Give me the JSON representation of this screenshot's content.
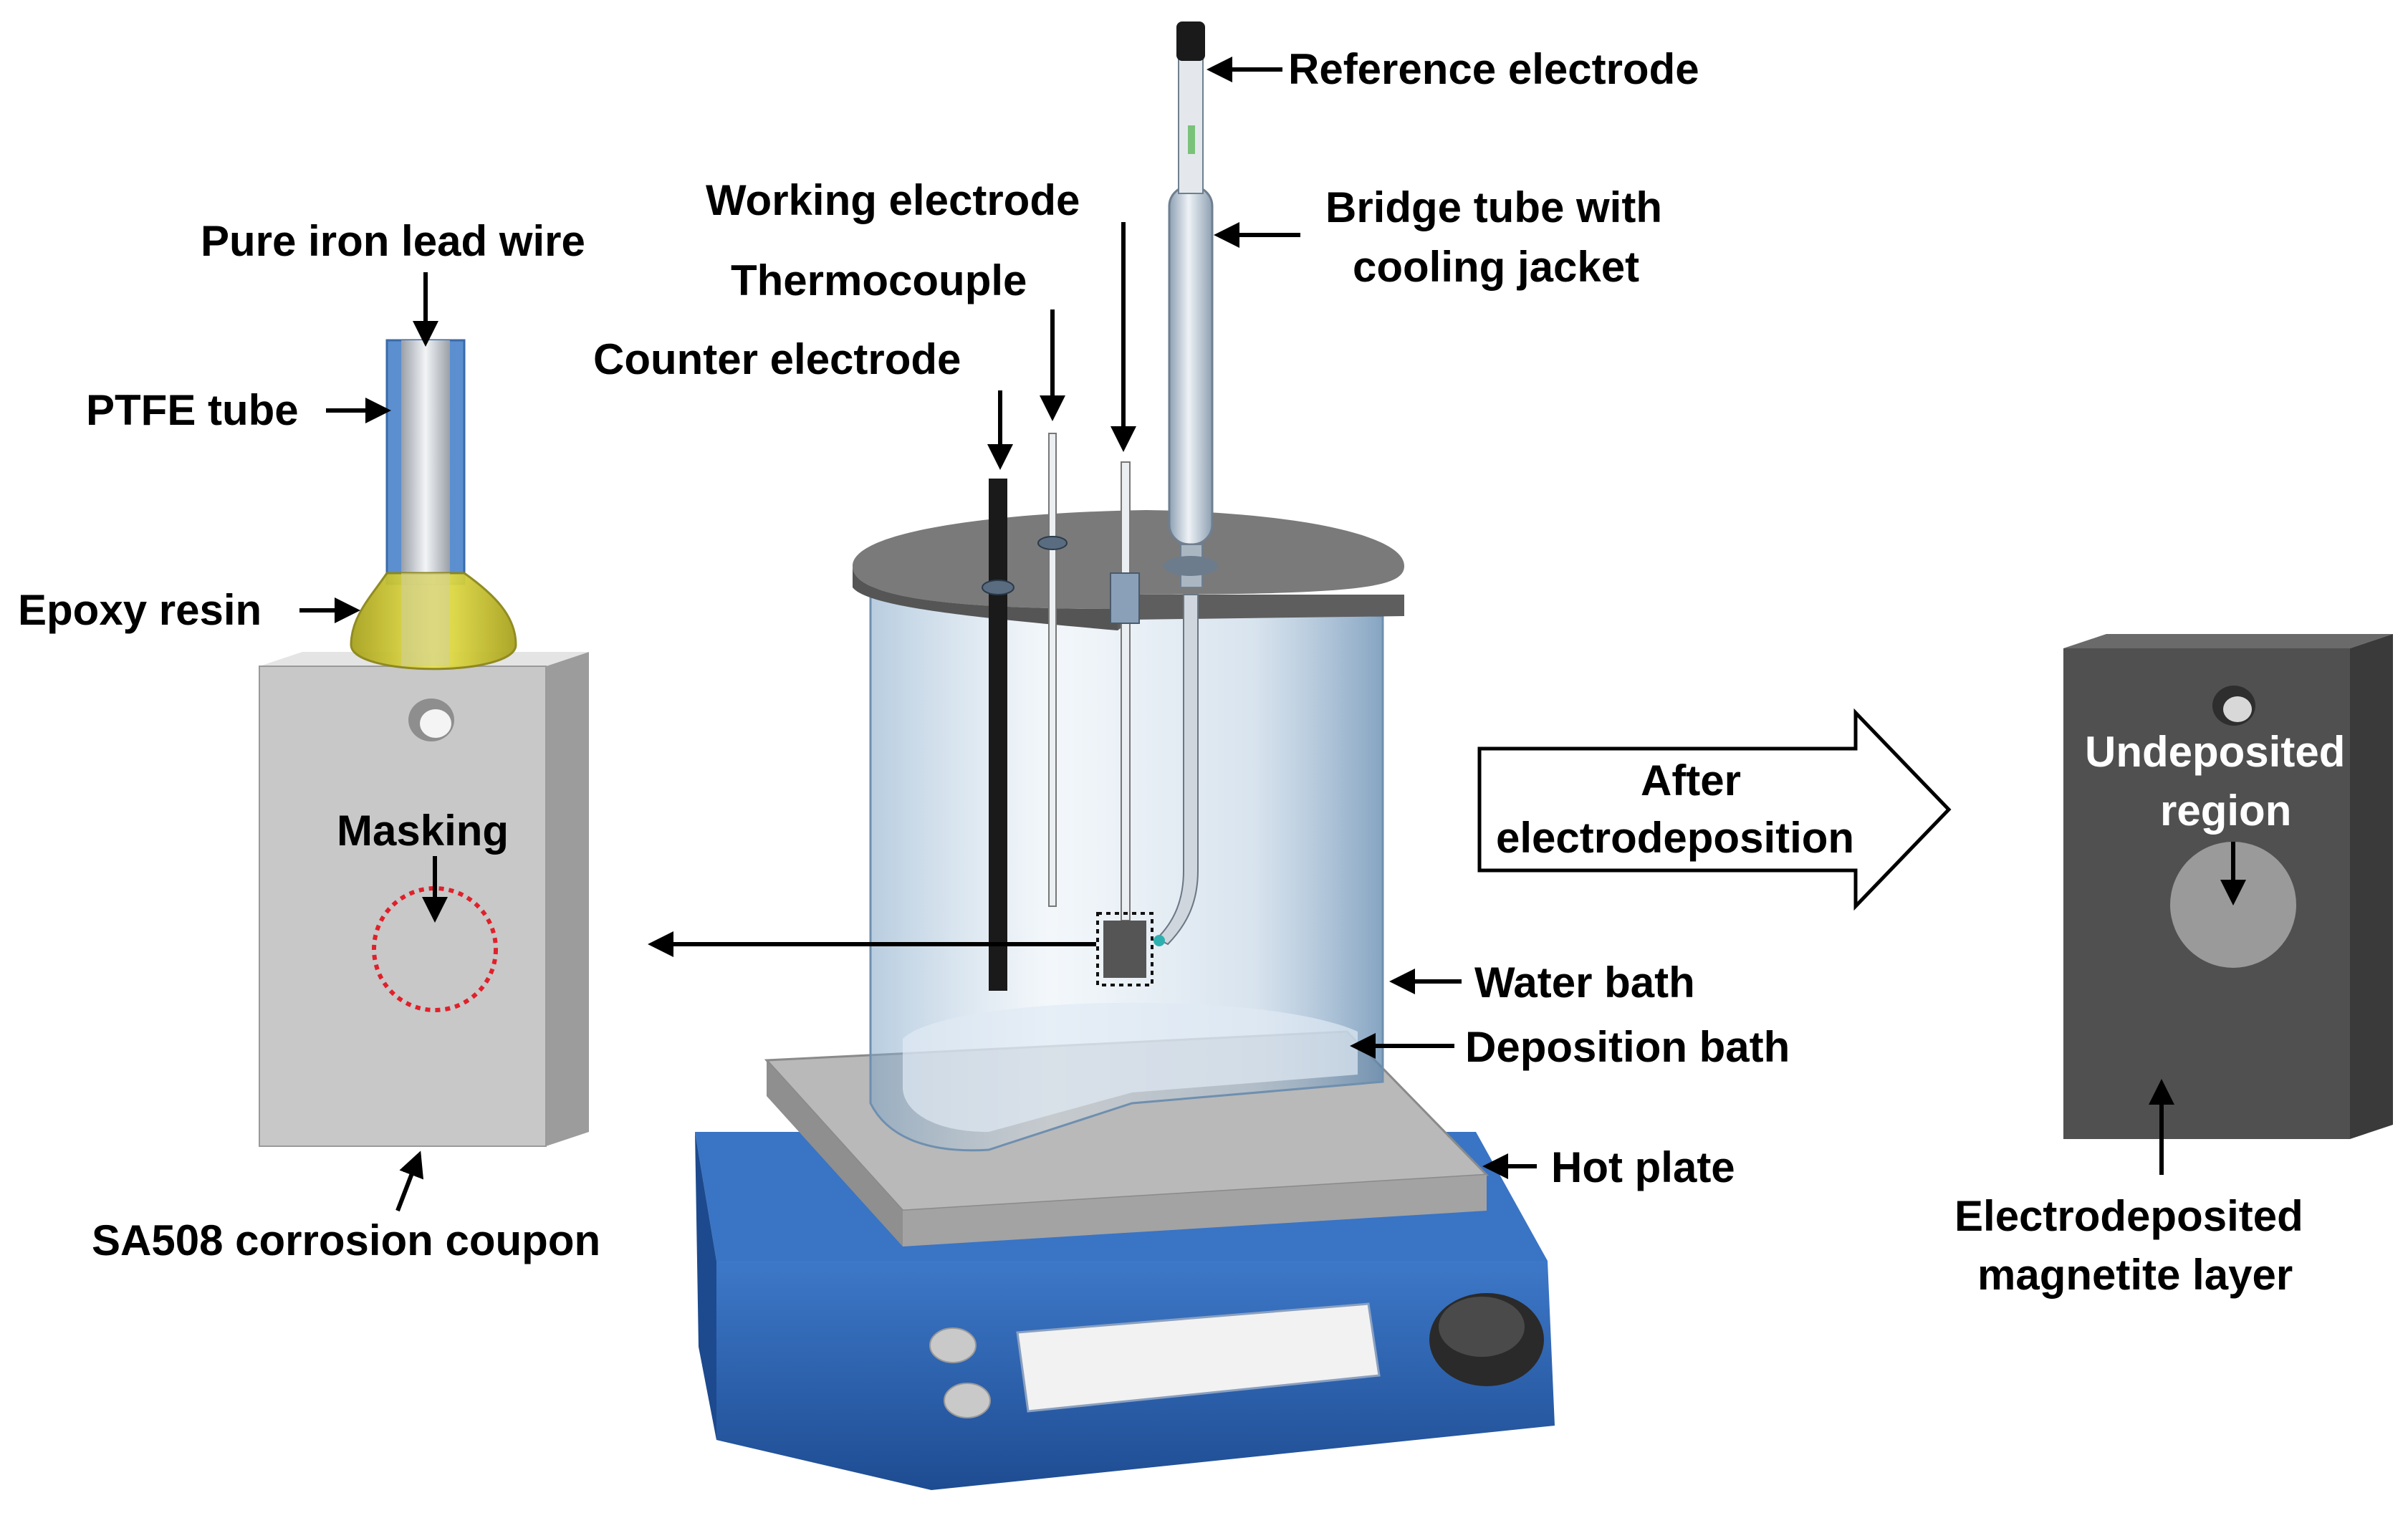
{
  "labels": {
    "reference_electrode": "Reference electrode",
    "working_electrode": "Working electrode",
    "bridge_tube_line1": "Bridge tube with",
    "bridge_tube_line2": "cooling jacket",
    "pure_iron_lead_wire": "Pure iron lead wire",
    "thermocouple": "Thermocouple",
    "counter_electrode": "Counter electrode",
    "ptfe_tube": "PTFE tube",
    "epoxy_resin": "Epoxy resin",
    "masking": "Masking",
    "sa508_coupon": "SA508 corrosion coupon",
    "after_line1": "After",
    "after_line2": "electrodeposition",
    "undeposited_line1": "Undeposited",
    "undeposited_line2": "region",
    "water_bath": "Water bath",
    "deposition_bath": "Deposition bath",
    "hot_plate": "Hot plate",
    "magnetite_line1": "Electrodeposited",
    "magnetite_line2": "magnetite layer"
  },
  "colors": {
    "coupon": "#c8c8c8",
    "magnetite": "#505050",
    "hot_plate_body": "#2b64b4",
    "bath_glass": "#a9c4dc",
    "epoxy": "#d8d23a",
    "ptfe": "#5c8fcf",
    "masking_ring": "#e0202a"
  }
}
